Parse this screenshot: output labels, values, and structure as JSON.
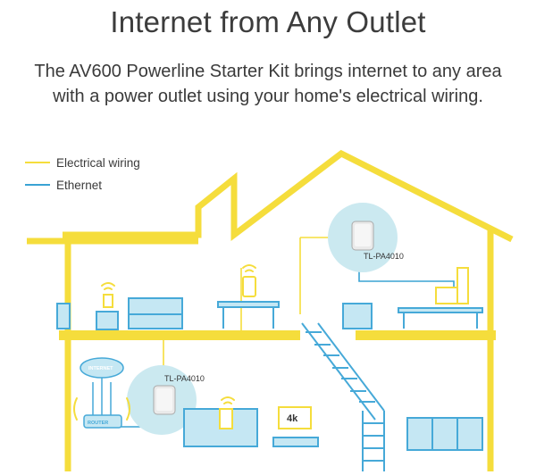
{
  "header": {
    "title": "Internet from Any Outlet",
    "subtitle_line1": "The AV600 Powerline Starter Kit brings internet to any area",
    "subtitle_line2": "with a power outlet using your home's electrical wiring."
  },
  "legend": {
    "electrical_label": "Electrical wiring",
    "ethernet_label": "Ethernet"
  },
  "devices": {
    "upper_adapter_label": "TL-PA4010",
    "lower_adapter_label": "TL-PA4010",
    "internet_cloud_label": "INTERNET",
    "router_label": "ROUTER",
    "tv_badge": "4k"
  },
  "colors": {
    "electrical_wiring": "#f5dd3c",
    "ethernet": "#3aa3d4",
    "device_blue": "#c5e7f3",
    "device_outline": "#46a9d8",
    "adapter_halo": "#cbe9f0"
  }
}
